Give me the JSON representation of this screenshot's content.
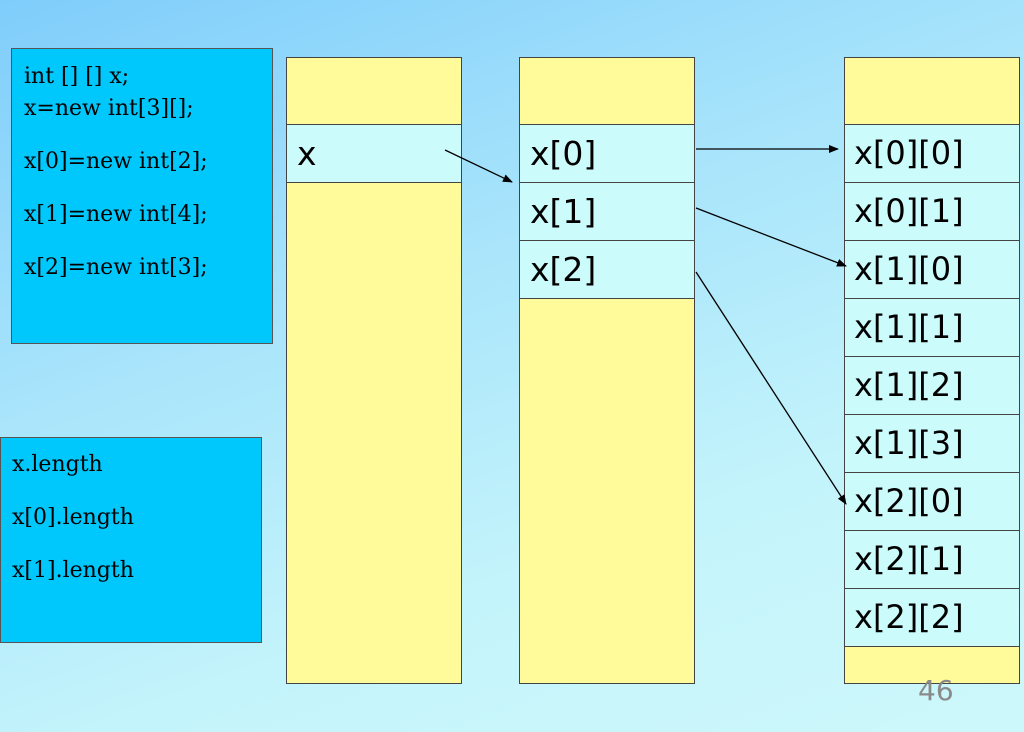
{
  "code_box_1": {
    "lines": [
      "int [] [] x;",
      "x=new int[3][];",
      "x[0]=new int[2];",
      "x[1]=new int[4];",
      "x[2]=new int[3];"
    ]
  },
  "code_box_2": {
    "lines": [
      "x.length",
      "x[0].length",
      "x[1].length"
    ]
  },
  "stack_column": {
    "cell": "x"
  },
  "rows_column": {
    "cells": [
      "x[0]",
      "x[1]",
      "x[2]"
    ]
  },
  "elements_column": {
    "cells": [
      "x[0][0]",
      "x[0][1]",
      "x[1][0]",
      "x[1][1]",
      "x[1][2]",
      "x[1][3]",
      "x[2][0]",
      "x[2][1]",
      "x[2][2]"
    ]
  },
  "page_number": "46"
}
